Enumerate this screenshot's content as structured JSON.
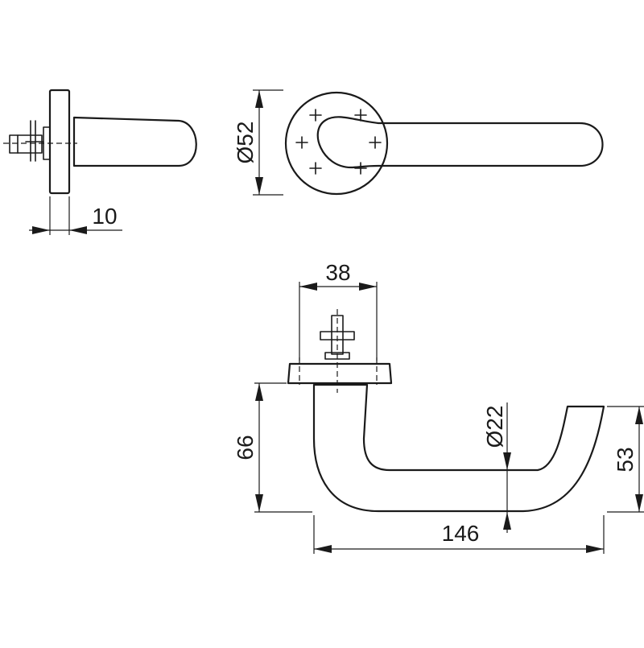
{
  "dimensions": {
    "rose_thickness": "10",
    "rose_diameter": "Ø52",
    "spindle_width": "38",
    "height_total": "66",
    "grip_diameter": "Ø22",
    "grip_height": "53",
    "length": "146"
  },
  "colors": {
    "line": "#1a1a1a",
    "background": "#ffffff"
  }
}
